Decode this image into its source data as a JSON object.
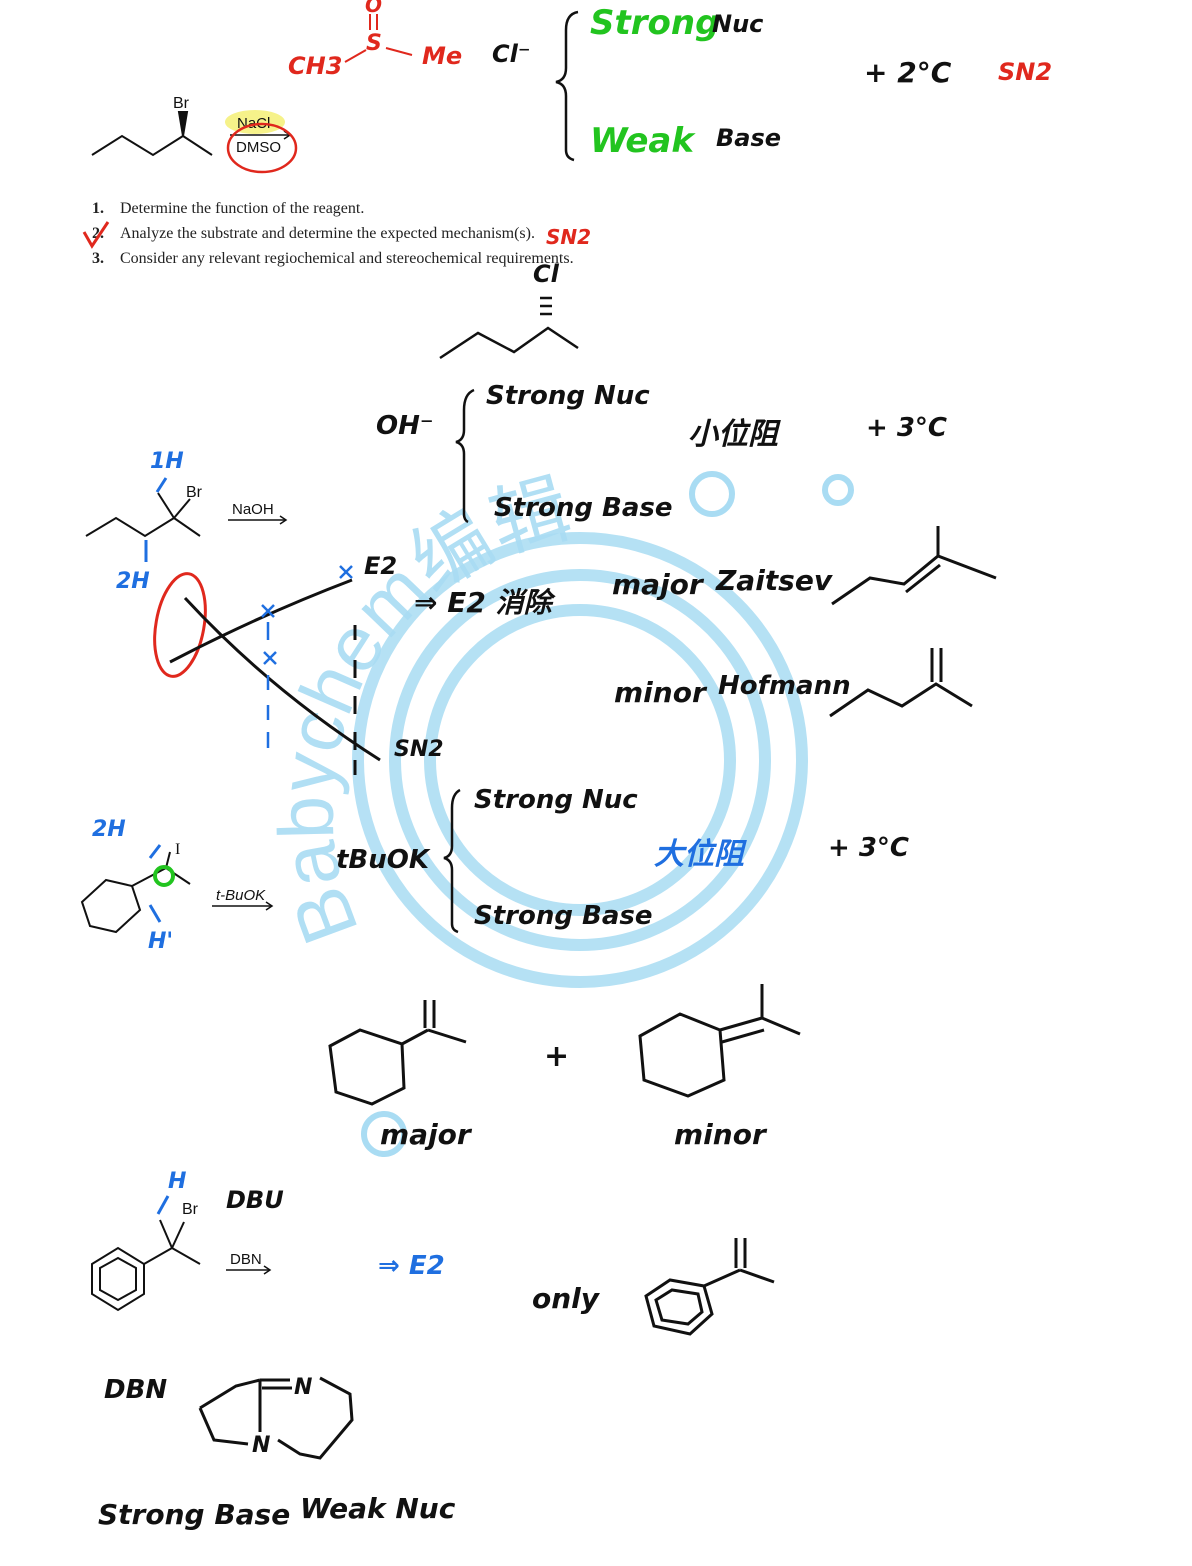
{
  "colors": {
    "ink": "#111111",
    "green": "#22c41f",
    "red": "#e0281d",
    "blue": "#1f6fe0",
    "highlight": "#f6f28a",
    "watermark": "#a9dcf3"
  },
  "problem1": {
    "substrate_label": "Br",
    "reagent_top": "NaCl",
    "reagent_bottom": "DMSO",
    "dmso_formula": {
      "left": "CH3",
      "right": "Me",
      "top_atom": "O",
      "center_atom": "S"
    },
    "nucleophile": "Cl⁻",
    "strength_top": "Strong",
    "strength_top_suffix": "Nuc",
    "strength_bottom": "Weak",
    "strength_bottom_suffix": "Base",
    "carbon_class": "+ 2°C",
    "mechanism": "SN2"
  },
  "instructions": [
    {
      "num": "1.",
      "text": "Determine the function of the reagent."
    },
    {
      "num": "2.",
      "text": "Analyze the substrate and determine the expected mechanism(s)."
    },
    {
      "num": "3.",
      "text": "Consider any relevant regiochemical and stereochemical requirements."
    }
  ],
  "instruction2_mark": "SN2",
  "product1": {
    "label": "Cl"
  },
  "problem2": {
    "substrate_label": "Br",
    "h_label_1": "1H",
    "h_label_2": "2H",
    "reagent": "NaOH",
    "reagent_species": "OH⁻",
    "line1": "Strong Nuc",
    "line2": "Strong Base",
    "steric": "小位阻",
    "carbon_class": "+ 3°C",
    "e2_label": "E2",
    "sn2_label": "SN2",
    "conclusion": "⇒ E2 消除",
    "major_label": "major",
    "major_name": "Zaitsev",
    "minor_label": "minor",
    "minor_name": "Hofmann"
  },
  "problem3": {
    "substrate_label": "I",
    "h_label_1": "2H",
    "h_label_2": "H'",
    "reagent": "t-BuOK",
    "reagent_species": "tBuOK",
    "line1": "Strong Nuc",
    "line2": "Strong Base",
    "steric": "大位阻",
    "carbon_class": "+ 3°C",
    "plus": "+",
    "major_label": "major",
    "minor_label": "minor"
  },
  "problem4": {
    "substrate_label": "Br",
    "h_label": "H",
    "reagent_top": "DBU",
    "reagent": "DBN",
    "conclusion": "⇒ E2",
    "only": "only",
    "dbn_label": "DBN",
    "dbn_atom_1": "N",
    "dbn_atom_2": "N",
    "footer_left": "Strong Base",
    "footer_right": "Weak Nuc"
  },
  "watermark_text": "Babychem编辑"
}
